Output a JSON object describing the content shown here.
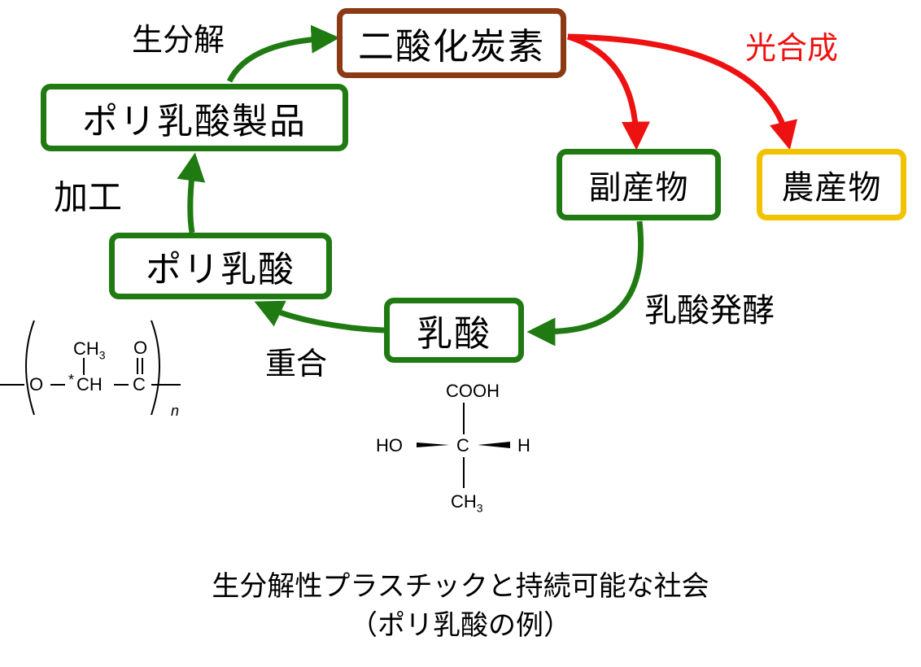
{
  "nodes": {
    "co2": "二酸化炭素",
    "pla_products": "ポリ乳酸製品",
    "pla": "ポリ乳酸",
    "lactic_acid": "乳酸",
    "byproduct": "副産物",
    "crops": "農産物"
  },
  "edges": {
    "biodegradation": "生分解",
    "photosynthesis": "光合成",
    "processing": "加工",
    "lactic_fermentation": "乳酸発酵",
    "polymerization": "重合"
  },
  "colors": {
    "cycle_green": "#1f7a12",
    "co2_brown": "#8b3a14",
    "crops_yellow": "#f2c200",
    "photosynthesis_red": "#ee1111"
  },
  "polymer_formula": {
    "methyl": "CH",
    "methyl_sub": "3",
    "carbonyl_o": "O",
    "ester_o": "O",
    "chiral_mark": "*",
    "ch": "CH",
    "c": "C",
    "repeat_n": "n"
  },
  "lactic_acid_formula": {
    "carboxyl": "COOH",
    "hydroxyl": "HO",
    "center": "C",
    "hydrogen": "H",
    "methyl": "CH",
    "methyl_sub": "3"
  },
  "caption": {
    "line1": "生分解性プラスチックと持続可能な社会",
    "line2": "（ポリ乳酸の例）"
  }
}
